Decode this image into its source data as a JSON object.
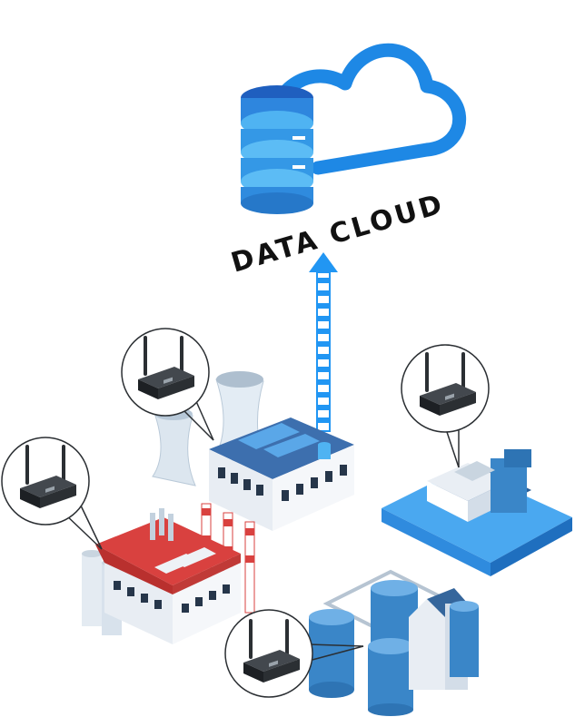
{
  "cloud": {
    "title": "DATA CLOUD",
    "icon": "cloud-database-icon"
  },
  "colors": {
    "cloud_blue": "#1e88e5",
    "db_light": "#4fb3f2",
    "db_dark": "#1f5fbf",
    "arrow_blue": "#2196f3",
    "factory_roof_red": "#d9413f",
    "factory_roof_blue": "#3f77b8",
    "platform_blue": "#2f8bde",
    "tank_blue": "#3a86c8",
    "router_body": "#2b2f33"
  },
  "nodes": [
    {
      "id": "red-roof-factory",
      "icon": "factory-icon",
      "router": "cellular-router-icon"
    },
    {
      "id": "cooling-tower-plant",
      "icon": "power-plant-icon",
      "router": "cellular-router-icon"
    },
    {
      "id": "container-platform",
      "icon": "container-station-icon",
      "router": "cellular-router-icon"
    },
    {
      "id": "storage-tank-farm",
      "icon": "storage-tanks-icon",
      "router": "cellular-router-icon"
    }
  ],
  "uplink": {
    "icon": "upload-arrow-icon"
  }
}
